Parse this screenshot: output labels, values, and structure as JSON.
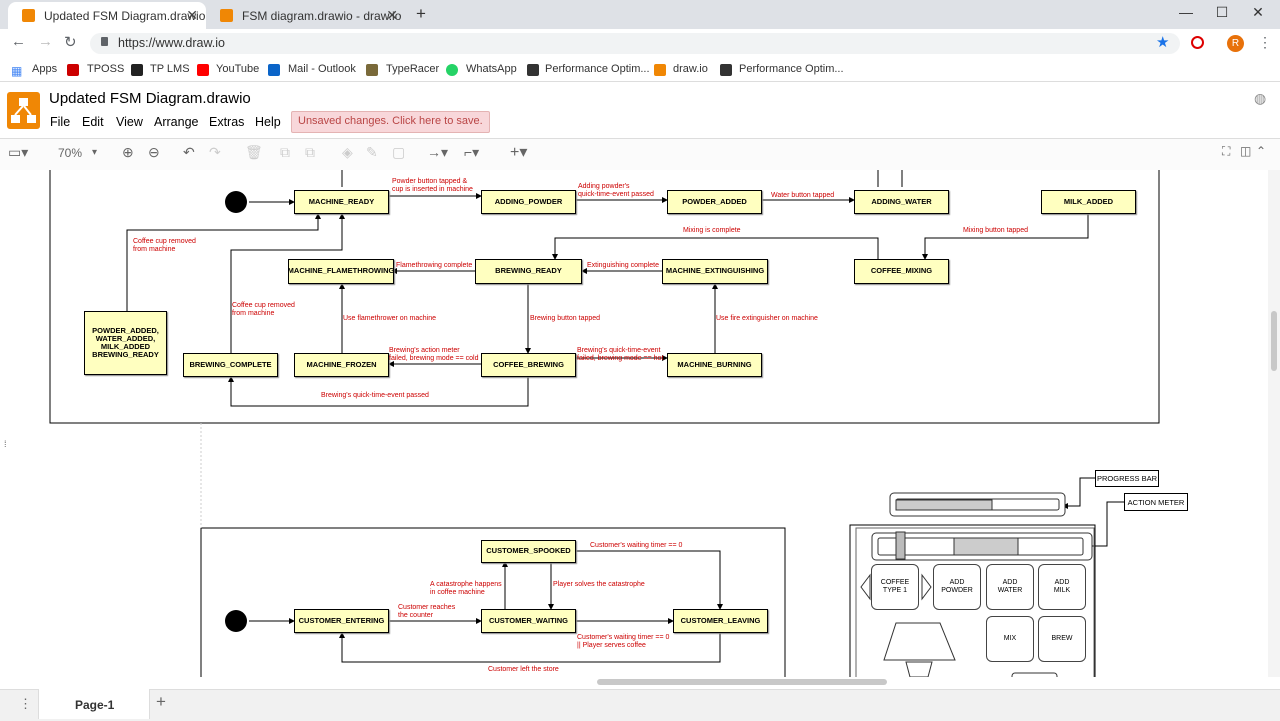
{
  "browser": {
    "tabs": [
      {
        "title": "Updated FSM Diagram.drawio - d"
      },
      {
        "title": "FSM diagram.drawio - draw.io"
      }
    ],
    "url": "https://www.draw.io",
    "profile_initial": "R",
    "bookmarks": [
      "Apps",
      "TPOSS",
      "TP LMS",
      "YouTube",
      "Mail - Outlook",
      "TypeRacer",
      "WhatsApp",
      "Performance Optim...",
      "draw.io",
      "Performance Optim..."
    ]
  },
  "app": {
    "title": "Updated FSM Diagram.drawio",
    "menus": [
      "File",
      "Edit",
      "View",
      "Arrange",
      "Extras",
      "Help"
    ],
    "unsaved": "Unsaved changes. Click here to save.",
    "zoom": "70%",
    "page_tab": "Page-1"
  },
  "diagram": {
    "states": {
      "machine_ready": "MACHINE_READY",
      "adding_powder": "ADDING_POWDER",
      "powder_added": "POWDER_ADDED",
      "adding_water": "ADDING_WATER",
      "milk_added": "MILK_ADDED",
      "machine_flamethrowing": "MACHINE_FLAMETHROWING",
      "brewing_ready": "BREWING_READY",
      "machine_extinguishing": "MACHINE_EXTINGUISHING",
      "coffee_mixing": "COFFEE_MIXING",
      "all_added": "POWDER_ADDED,\nWATER_ADDED,\nMILK_ADDED\nBREWING_READY",
      "brewing_complete": "BREWING_COMPLETE",
      "machine_frozen": "MACHINE_FROZEN",
      "coffee_brewing": "COFFEE_BREWING",
      "machine_burning": "MACHINE_BURNING",
      "customer_spooked": "CUSTOMER_SPOOKED",
      "customer_entering": "CUSTOMER_ENTERING",
      "customer_waiting": "CUSTOMER_WAITING",
      "customer_leaving": "CUSTOMER_LEAVING"
    },
    "labels": {
      "powder_tapped": "Powder button tapped &\ncup is inserted in machine",
      "powder_event": "Adding powder's\nquick-time-event passed",
      "water_tapped": "Water button tapped",
      "mixing_complete": "Mixing is complete",
      "mixing_tapped": "Mixing button tapped",
      "cup_removed_1": "Coffee cup removed\nfrom machine",
      "cup_removed_2": "Coffee cup removed\nfrom machine",
      "flame_complete": "Flamethrowing complete",
      "extinguish_complete": "Extinguishing complete",
      "use_flamethrower": "Use flamethrower on machine",
      "brewing_tapped": "Brewing button tapped",
      "use_extinguisher": "Use fire extinguisher on machine",
      "cold_fail": "Brewing's action meter\nfailed, brewing mode == cold",
      "hot_fail": "Brewing's quick-time-event\nfailed, brewing mode == hot",
      "brew_passed": "Brewing's quick-time-event passed",
      "timer_zero": "Customer's waiting timer == 0",
      "catastrophe": "A catastrophe happens\nin coffee machine",
      "solves": "Player solves the catastrophe",
      "reaches_counter": "Customer reaches\nthe counter",
      "timer_or_serve": "Customer's waiting timer == 0\n|| Player serves coffee",
      "left_store": "Customer left the store"
    },
    "ui_mock": {
      "progress_bar": "PROGRESS BAR",
      "action_meter": "ACTION METER",
      "coffee_type": "COFFEE\nTYPE 1",
      "add_powder": "ADD\nPOWDER",
      "add_water": "ADD\nWATER",
      "add_milk": "ADD\nMILK",
      "mix": "MIX",
      "brew": "BREW"
    }
  }
}
